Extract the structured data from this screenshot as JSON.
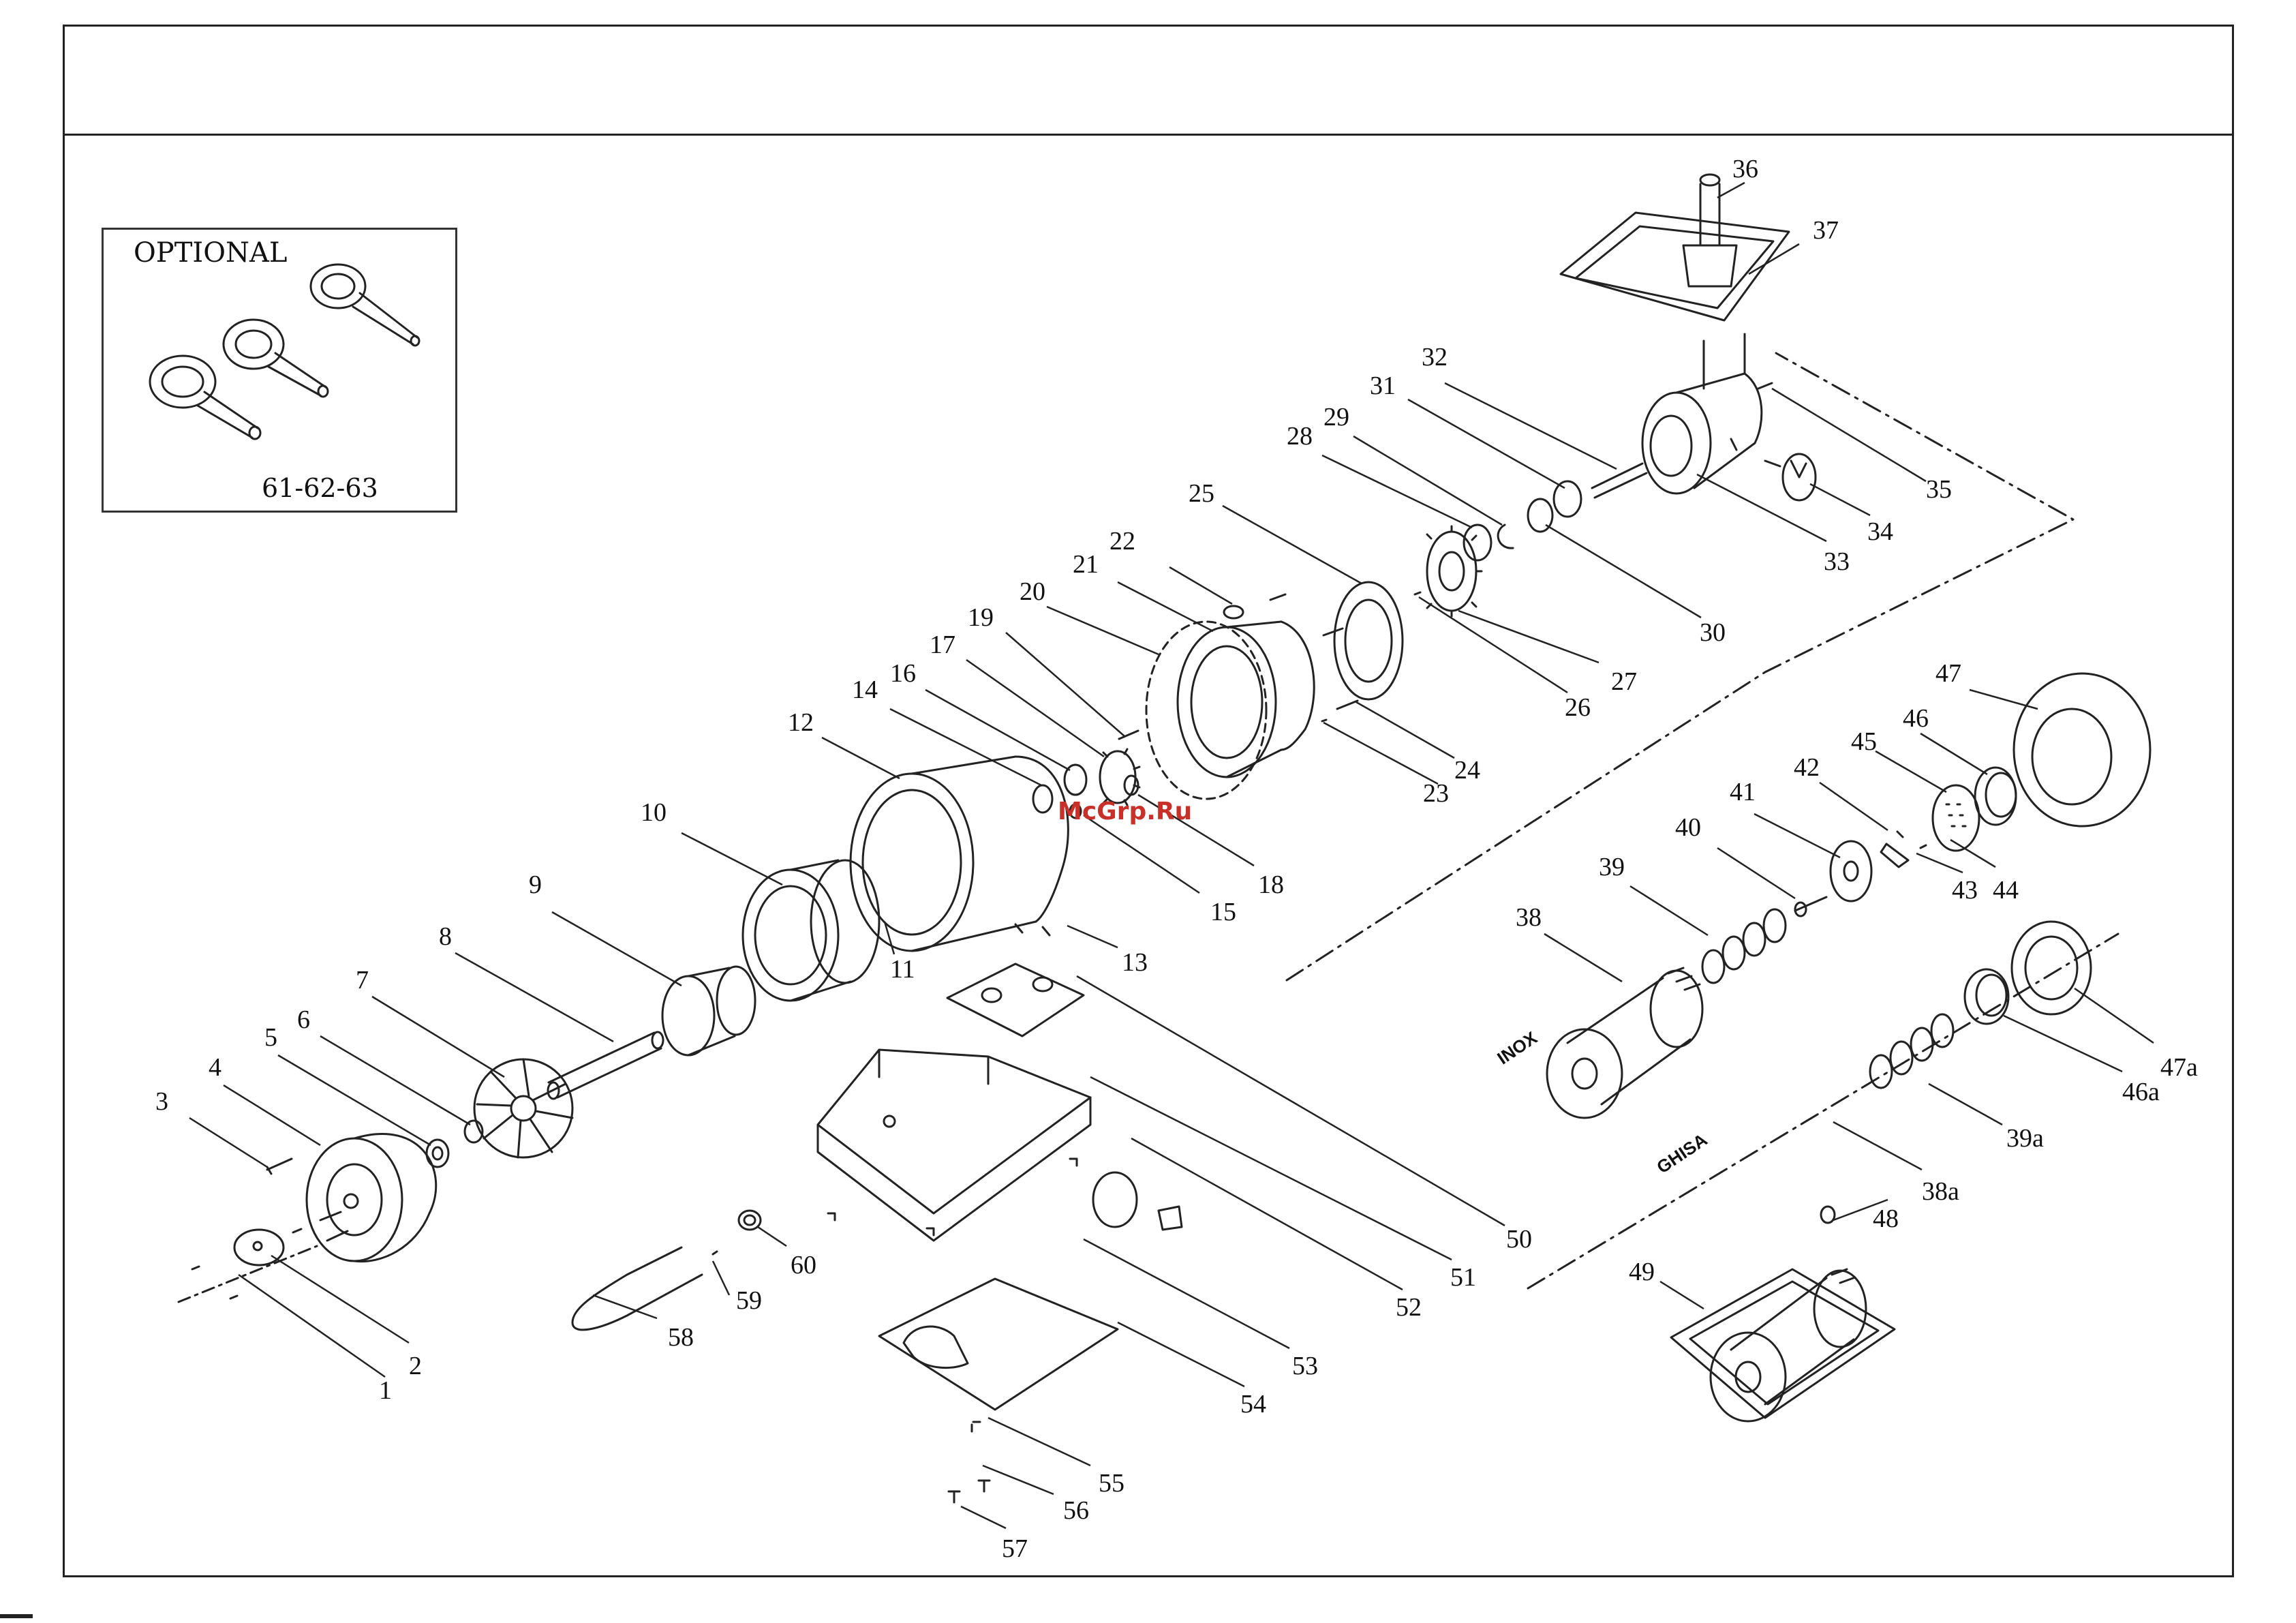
{
  "header": {
    "title": ""
  },
  "optional": {
    "title": "OPTIONAL",
    "code": "61-62-63"
  },
  "watermark": "McGrp.Ru",
  "material_tags": {
    "inox": "INOX",
    "ghisa": "GHISA"
  },
  "part_numbers": [
    "1",
    "2",
    "3",
    "4",
    "5",
    "6",
    "7",
    "8",
    "9",
    "10",
    "11",
    "12",
    "13",
    "14",
    "15",
    "16",
    "17",
    "18",
    "19",
    "20",
    "21",
    "22",
    "23",
    "24",
    "25",
    "26",
    "27",
    "28",
    "29",
    "30",
    "31",
    "32",
    "33",
    "34",
    "35",
    "36",
    "37",
    "38",
    "38a",
    "39",
    "39a",
    "40",
    "41",
    "42",
    "43",
    "44",
    "45",
    "46",
    "46a",
    "47",
    "47a",
    "48",
    "49",
    "50",
    "51",
    "52",
    "53",
    "54",
    "55",
    "56",
    "57",
    "58",
    "59",
    "60"
  ],
  "colors": {
    "line": "#222222",
    "background": "#ffffff",
    "watermark": "#c8302a"
  }
}
